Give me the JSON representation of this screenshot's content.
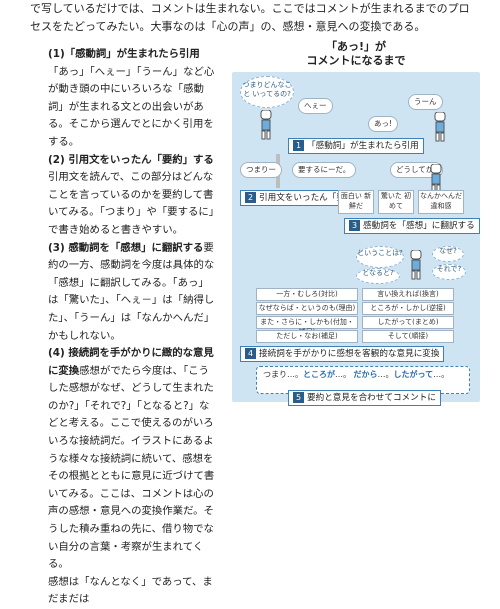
{
  "intro": {
    "text": "で写しているだけでは、コメントは生まれない。ここではコメントが生まれるまでのプロセスをたどってみたい。大事なのは「心の声」の、感想・意見への変換である。"
  },
  "left": {
    "p1_head": "(1)「感動詞」が生まれたら引用",
    "p1_text": "「あっ」「へぇー」「うーん」など心が動き頭の中にいろいろな「感動詞」が生まれる文との出会いがある。そこから選んでとにかく引用をする。",
    "p2_head": "(2) 引用文をいったん「要約」する",
    "p2_text": "引用文を読んで、この部分はどんなことを言っているのかを要約して書いてみる。「つまり」や「要するに」で書き始めると書きやすい。",
    "p3_head": "(3) 感動詞を「感想」に翻訳する",
    "p3_text": "要約の一方、感動詞を今度は具体的な「感想」に翻訳してみる。「あっ」は「驚いた」、「へぇ－」は「納得した」、「うーん」は「なんかへんだ」かもしれない。",
    "p4_head": "(4) 接続詞を手がかりに緻的な意見に変換",
    "p4_text": "感想がでたら今度は、「こうした感想がなぜ、どうして生まれたのか?」「それで?」「となると?」などと考える。ここで使えるのがいろいろな接続詞だ。イラストにあるような様々な接続詞に続いて、感想をその根拠とともに意見に近づけて書いてみる。ここは、コメントは心の声の感想・意見への変換作業だ。そうした積み重ねの先に、借り物でない自分の言葉・考察が生まれてくる。",
    "p5_text": "感想は「なんとなく」であって、まだまだは"
  },
  "figure": {
    "title_line1": "「あっ!」が",
    "title_line2": "コメントになるまで",
    "cloud1": "つまりどんなこと いってるの?",
    "bubble_hee": "へぇー",
    "bubble_un": "うーん",
    "bubble_a": "あっ!",
    "step1": "「感動詞」が生まれたら引用",
    "thought_tsumari": "つまりー",
    "thought_yousuru": "要するにーだ。",
    "dousite": "どうしてか?",
    "step2": "引用文をいったん「要約」",
    "card_a": "面白い 新鮮だ",
    "card_b": "驚いた 初めて",
    "card_c": "なんかへんだ 違和感",
    "step3": "感動詞を「感想」に翻訳する",
    "cloud_to": "ということは?",
    "cloud_tonaru": "となると?",
    "cloud_naze": "なぜ?",
    "cloud_sorede": "それで?",
    "conj_left": [
      "一方・むしろ(対比)",
      "なぜならば・というのも(理由)",
      "また・さらに・しかも(付加・補足)",
      "ただし・なお(補足)"
    ],
    "conj_right": [
      "言い換えれば(換言)",
      "ところが・しかし(逆接)",
      "したがって(まとめ)",
      "そして(順接)"
    ],
    "step4": "接続詞を手がかりに感想を客観的な意見に変換",
    "final_line1_a": "つまり",
    "final_line1_b": "…。",
    "final_line1_c": "ところが",
    "final_line1_d": "…。",
    "final_line2_a": "だから",
    "final_line2_b": "…。",
    "final_line2_c": "したがって",
    "final_line2_d": "…。",
    "step5": "要約と意見を合わせてコメントに",
    "num1": "1",
    "num2": "2",
    "num3": "3",
    "num4": "4",
    "num5": "5"
  },
  "colors": {
    "panel": "#cfe4f2",
    "accent": "#2b6db0",
    "step_num": "#2a5d8a"
  }
}
